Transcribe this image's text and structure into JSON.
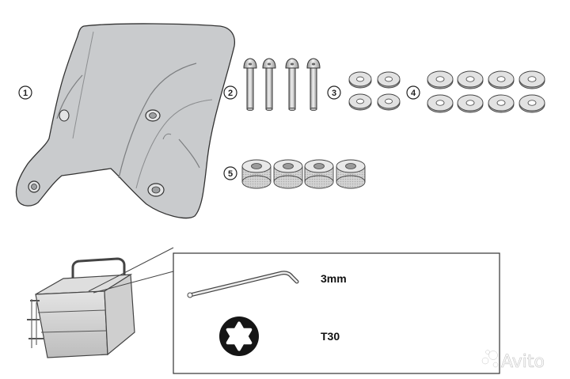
{
  "parts": [
    {
      "number": "1"
    },
    {
      "number": "2"
    },
    {
      "number": "3"
    },
    {
      "number": "4"
    },
    {
      "number": "5"
    }
  ],
  "tools": {
    "hex_key_label": "3mm",
    "torx_label": "T30"
  },
  "watermark": {
    "brand": "Avito"
  },
  "colors": {
    "windscreen_fill": "#c9cbcd",
    "outline": "#333333",
    "metal": "#d6d6d6",
    "spacer": "#cfcfcf",
    "watermark": "#ffffff"
  }
}
